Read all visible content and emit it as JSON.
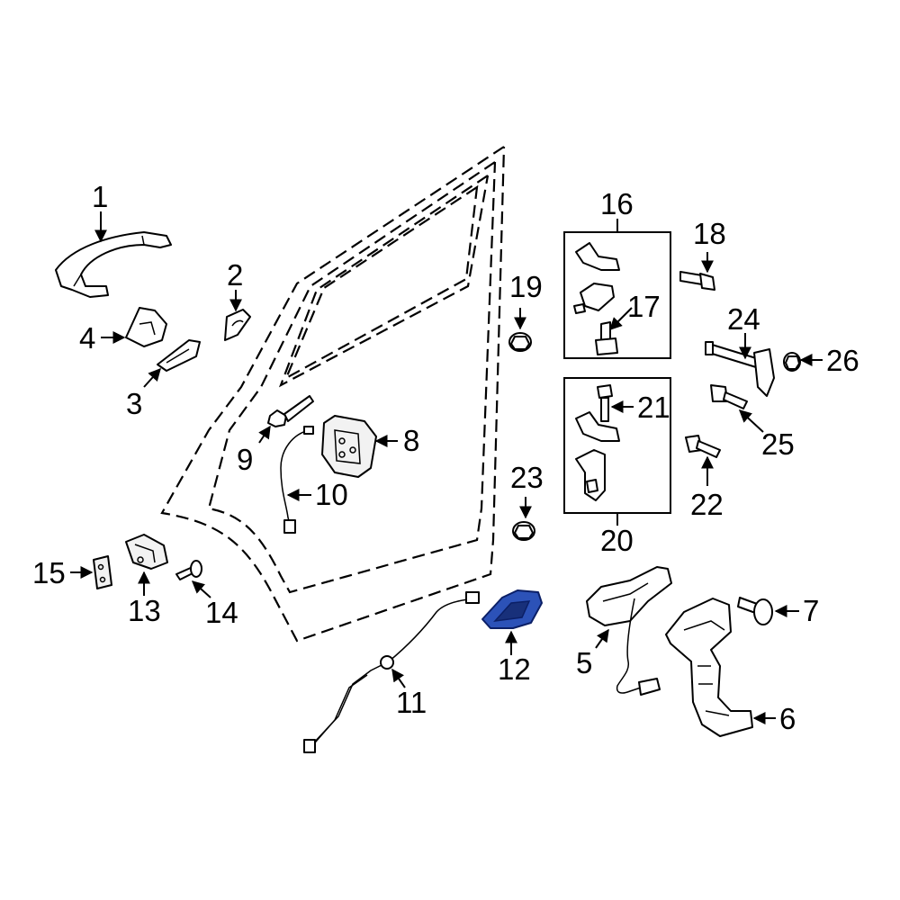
{
  "diagram": {
    "callouts": {
      "c1": "1",
      "c2": "2",
      "c3": "3",
      "c4": "4",
      "c5": "5",
      "c6": "6",
      "c7": "7",
      "c8": "8",
      "c9": "9",
      "c10": "10",
      "c11": "11",
      "c12": "12",
      "c13": "13",
      "c14": "14",
      "c15": "15",
      "c16": "16",
      "c17": "17",
      "c18": "18",
      "c19": "19",
      "c20": "20",
      "c21": "21",
      "c22": "22",
      "c23": "23",
      "c24": "24",
      "c25": "25",
      "c26": "26"
    },
    "highlighted_part": "12",
    "colors": {
      "highlight": "#2c52b8",
      "line": "#000000",
      "background": "#ffffff"
    }
  }
}
